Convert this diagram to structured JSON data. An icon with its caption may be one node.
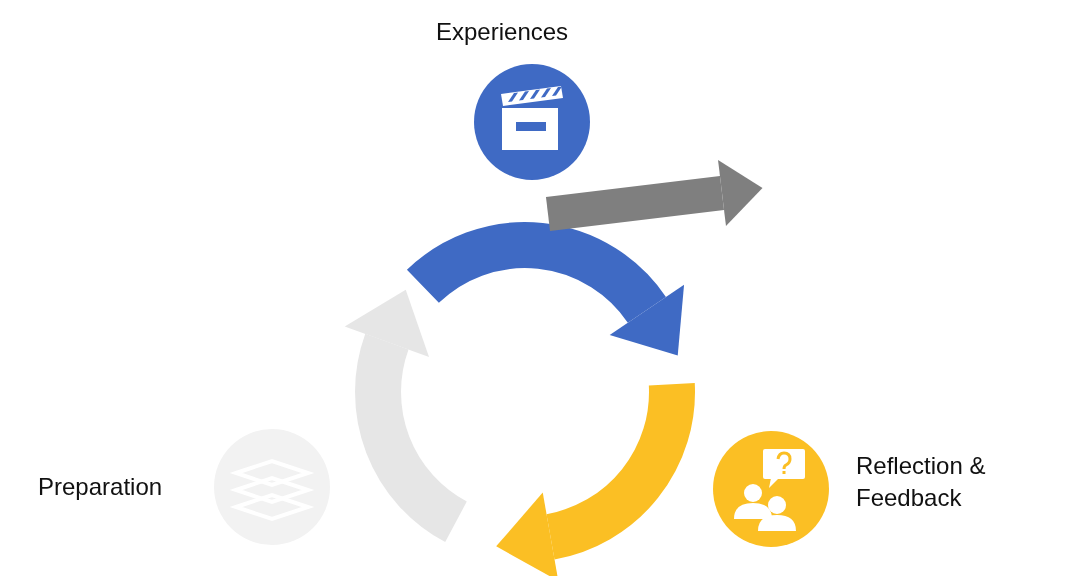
{
  "diagram": {
    "nodes": [
      {
        "text": [
          "Experiences"
        ]
      },
      {
        "text": [
          "Reflection & Feedback"
        ]
      },
      {
        "text": [
          "Preparation"
        ]
      }
    ]
  }
}
